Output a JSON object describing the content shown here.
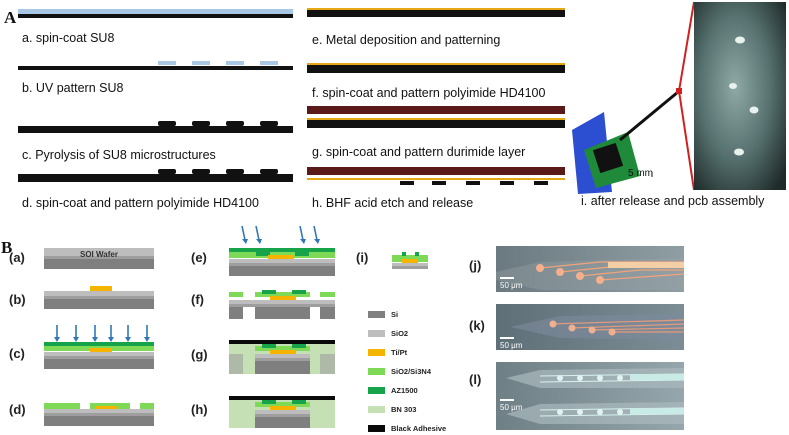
{
  "panel_a": {
    "letter": "A",
    "steps": {
      "a": "a. spin-coat SU8",
      "b": "b. UV pattern SU8",
      "c": "c. Pyrolysis of SU8 microstructures",
      "d": "d. spin-coat and pattern polyimide HD4100",
      "e": "e. Metal deposition and patterning",
      "f": "f. spin-coat and pattern polyimide HD4100",
      "g": "g. spin-coat and pattern durimide layer",
      "h": "h. BHF acid etch and release",
      "i": "i. after release and pcb assembly"
    },
    "photo_scale": "5 mm"
  },
  "panel_b": {
    "letter": "B",
    "sub_labels": [
      "(a)",
      "(b)",
      "(c)",
      "(d)",
      "(e)",
      "(f)",
      "(g)",
      "(h)",
      "(i)",
      "(j)",
      "(k)",
      "(l)"
    ],
    "wafer_label": "SOI Wafer",
    "legend": [
      {
        "label": "Si",
        "color": "#7f7f7f"
      },
      {
        "label": "SiO2",
        "color": "#bdbdbd"
      },
      {
        "label": "Ti/Pt",
        "color": "#f5b400"
      },
      {
        "label": "SiO2/Si3N4",
        "color": "#7ed957"
      },
      {
        "label": "AZ1500",
        "color": "#16a34a"
      },
      {
        "label": "BN 303",
        "color": "#c5e0b4"
      },
      {
        "label": "Black Adhesive",
        "color": "#0a0a0a"
      }
    ],
    "micro_scale": "50 μm"
  },
  "colors": {
    "su8_blue": "#a9c8e6",
    "substrate": "#111111",
    "metal": "#e6a817",
    "polyimide": "#5b1a1a",
    "arrow": "#2f78b5",
    "zoom_red": "#d21f1f"
  }
}
